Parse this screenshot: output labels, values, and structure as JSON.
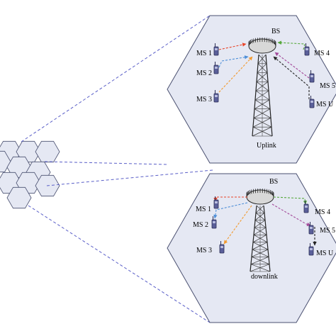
{
  "uplink": {
    "bs_label": "BS",
    "caption": "Uplink",
    "ms": {
      "ms1": "MS 1",
      "ms2": "MS 2",
      "ms3": "MS 3",
      "ms4": "MS 4",
      "ms5": "MS 5",
      "msu": "MS U"
    }
  },
  "downlink": {
    "bs_label": "BS",
    "caption": "downlink",
    "ms": {
      "ms1": "MS 1",
      "ms2": "MS 2",
      "ms3": "MS 3",
      "ms4": "MS 4",
      "ms5": "MS 5",
      "msu": "MS U"
    }
  },
  "colors": {
    "cell_fill": "#e5e8f3",
    "cell_stroke": "#4a5070",
    "zoom_line": "#5a5fc8",
    "ms1_link": "#e8452a",
    "ms2_link": "#4e8fd8",
    "ms3_link": "#f29a2e",
    "ms4_link": "#56a83c",
    "ms5_link": "#a34a9a",
    "msu_link": "#222222"
  }
}
